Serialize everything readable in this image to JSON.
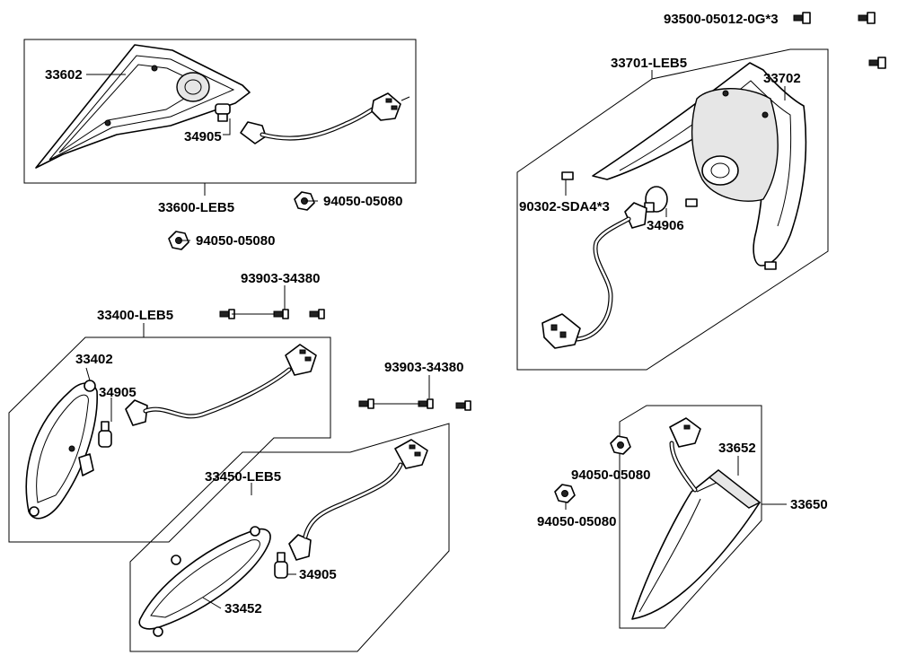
{
  "labels": {
    "p33602": "33602",
    "p34905_a": "34905",
    "p33600": "33600-LEB5",
    "p94050_a": "94050-05080",
    "p94050_b": "94050-05080",
    "p93903_a": "93903-34380",
    "p33400": "33400-LEB5",
    "p33402": "33402",
    "p34905_b": "34905",
    "p93903_b": "93903-34380",
    "p33450": "33450-LEB5",
    "p34905_c": "34905",
    "p33452": "33452",
    "p93500": "93500-05012-0G*3",
    "p33701": "33701-LEB5",
    "p33702": "33702",
    "p90302": "90302-SDA4*3",
    "p34906": "34906",
    "p33652": "33652",
    "p94050_c": "94050-05080",
    "p33650": "33650",
    "p94050_d": "94050-05080"
  }
}
